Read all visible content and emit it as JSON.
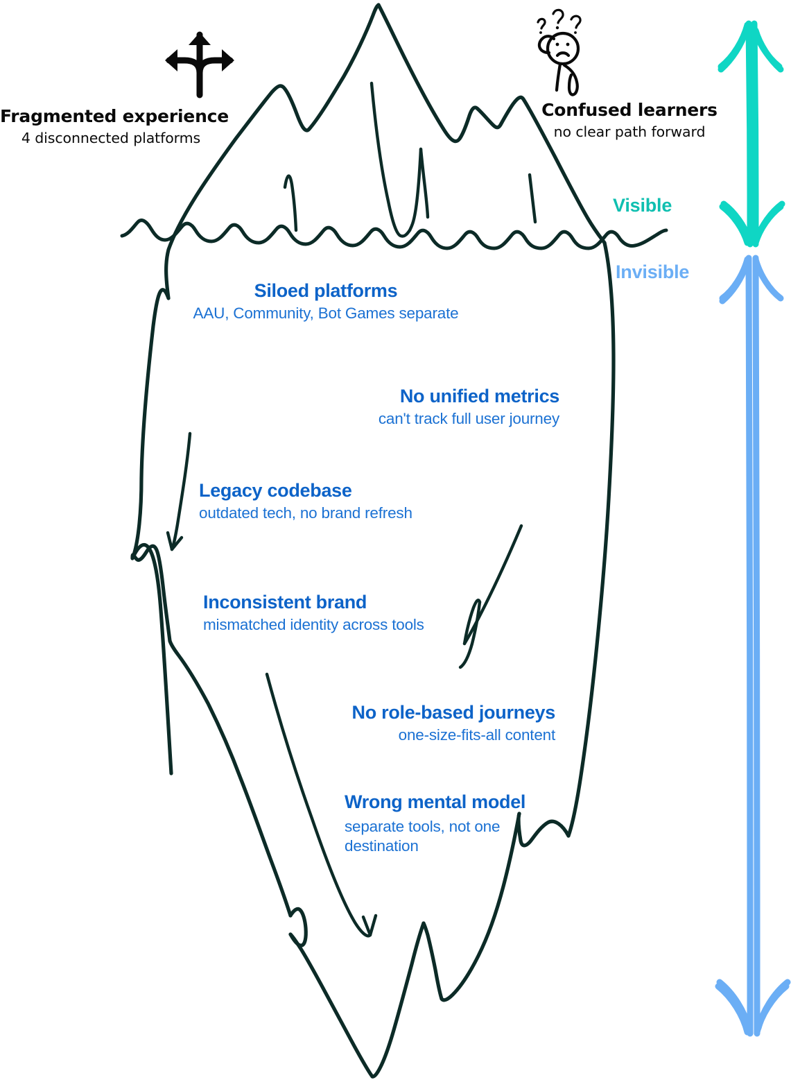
{
  "diagram": {
    "type": "iceberg",
    "title_visible_side": "Visible",
    "title_invisible_side": "Invisible",
    "colors": {
      "iceberg_stroke": "#0C2B27",
      "heading_blue": "#0D63C8",
      "subtitle_blue": "#1B71D3",
      "visible_teal": "#0FBFB0",
      "invisible_blue": "#6BAEF5",
      "surface_text": "#0A0A0A",
      "background": "#FFFFFF"
    }
  },
  "side_legend": {
    "visible": "Visible",
    "invisible": "Invisible"
  },
  "above_water": [
    {
      "icon": "split-arrows-icon",
      "title": "Fragmented experience",
      "subtitle": "4 disconnected platforms"
    },
    {
      "icon": "confused-person-icon",
      "title": "Confused learners",
      "subtitle": "no clear path forward"
    }
  ],
  "below_water": [
    {
      "title": "Siloed platforms",
      "subtitle": "AAU, Community, Bot Games separate"
    },
    {
      "title": "No unified metrics",
      "subtitle": "can't track full user journey"
    },
    {
      "title": "Legacy codebase",
      "subtitle": "outdated tech, no brand refresh"
    },
    {
      "title": "Inconsistent brand",
      "subtitle": "mismatched identity across tools"
    },
    {
      "title": "No role-based journeys",
      "subtitle": "one-size-fits-all content"
    },
    {
      "title": "Wrong mental model",
      "subtitle": "separate tools, not one destination"
    }
  ]
}
